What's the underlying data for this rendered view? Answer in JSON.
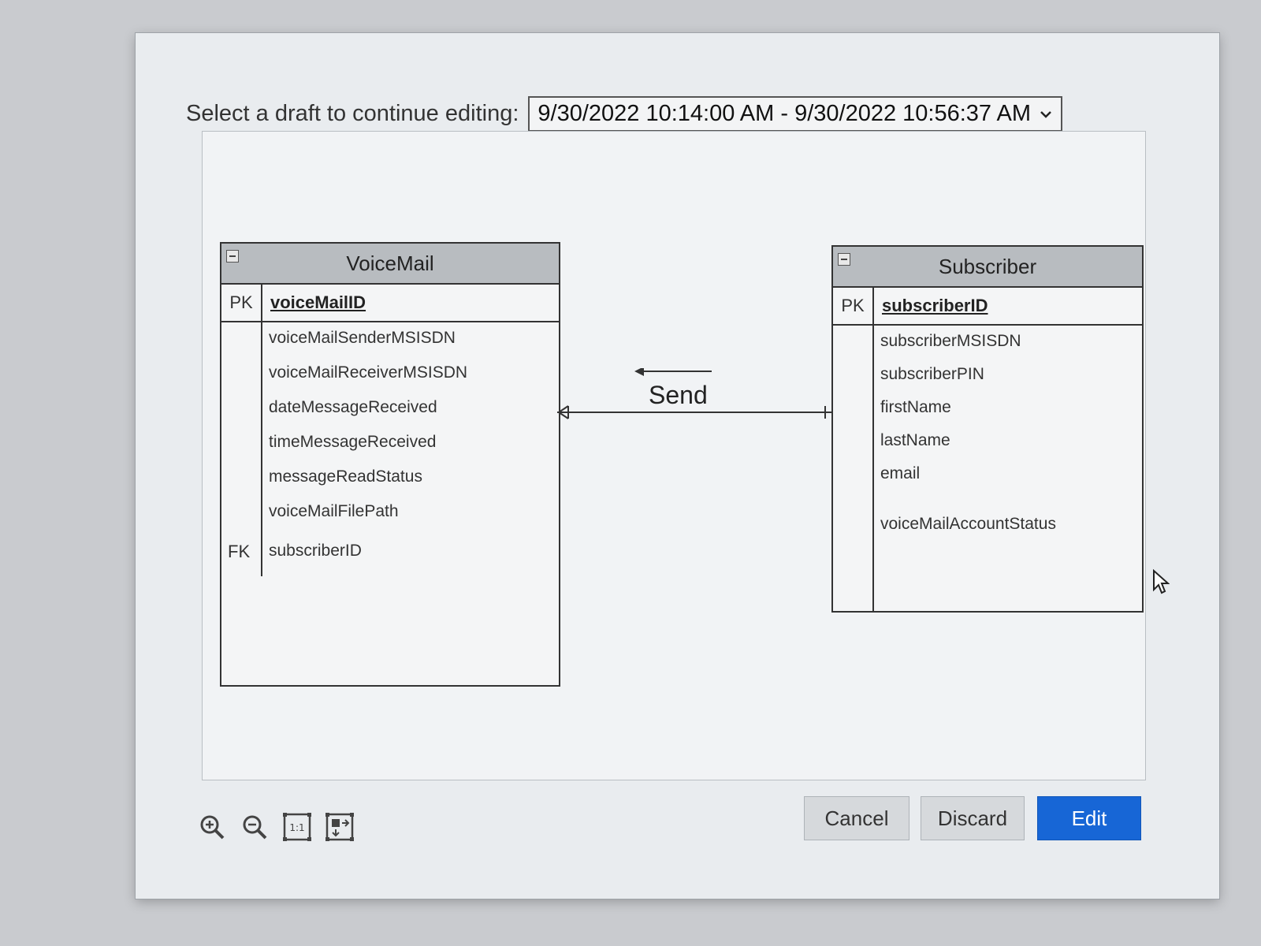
{
  "draft": {
    "label": "Select a draft to continue editing:",
    "selected": "9/30/2022 10:14:00 AM - 9/30/2022 10:56:37 AM"
  },
  "voicemail": {
    "title": "VoiceMail",
    "pk_label": "PK",
    "pk_field": "voiceMailID",
    "attributes": [
      "voiceMailSenderMSISDN",
      "voiceMailReceiverMSISDN",
      "dateMessageReceived",
      "timeMessageReceived",
      "messageReadStatus",
      "voiceMailFilePath"
    ],
    "fk_label": "FK",
    "fk_field": "subscriberID"
  },
  "subscriber": {
    "title": "Subscriber",
    "pk_label": "PK",
    "pk_field": "subscriberID",
    "attributes": [
      "subscriberMSISDN",
      "subscriberPIN",
      "firstName",
      "lastName",
      "email",
      "voiceMailAccountStatus"
    ]
  },
  "relationship": {
    "label": "Send"
  },
  "toolbar": {
    "icons": [
      "zoom-in-icon",
      "zoom-out-icon",
      "actual-size-icon",
      "fit-to-window-icon"
    ]
  },
  "buttons": {
    "cancel": "Cancel",
    "discard": "Discard",
    "edit": "Edit"
  },
  "colors": {
    "accent": "#1766d6",
    "header": "#b8bcc0"
  }
}
